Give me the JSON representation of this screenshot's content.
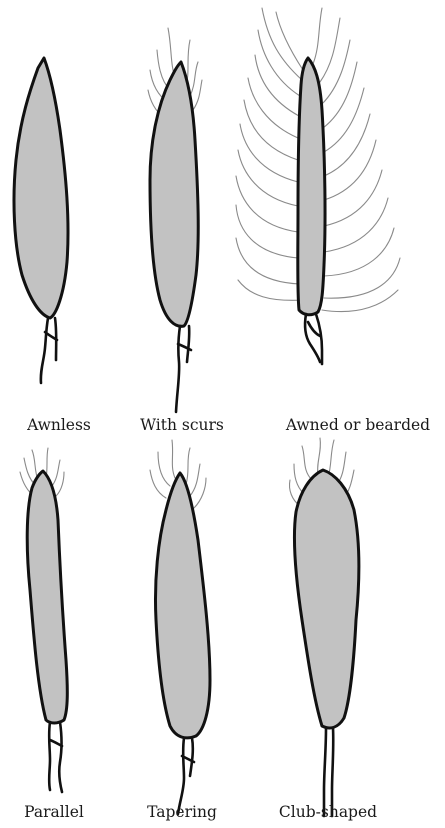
{
  "labels": {
    "awnless": "Awnless",
    "with_scurs": "With scurs",
    "awned": "Awned or bearded",
    "parallel": "Parallel",
    "tapering": "Tapering",
    "club_shaped": "Club-shaped"
  },
  "colors": {
    "spike_fill": "#c2c2c2",
    "outline": "#111111",
    "awn": "#8a8a8a",
    "background": "#ffffff"
  }
}
